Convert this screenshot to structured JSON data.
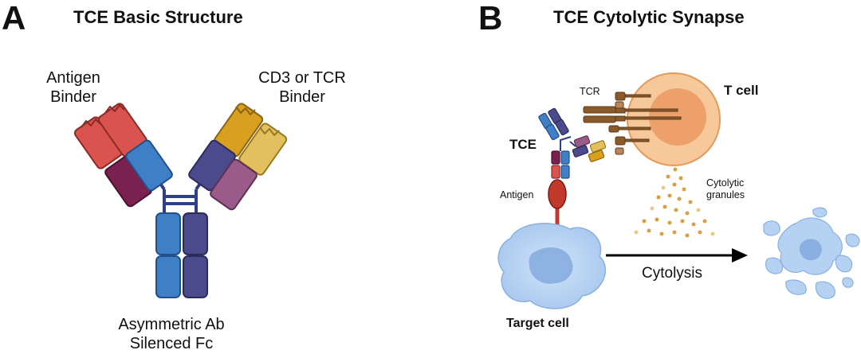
{
  "panel_a": {
    "letter": "A",
    "title": "TCE Basic Structure",
    "label_left_1": "Antigen",
    "label_left_2": "Binder",
    "label_right_1": "CD3 or TCR",
    "label_right_2": "Binder",
    "label_bottom_1": "Asymmetric Ab",
    "label_bottom_2": "Silenced Fc"
  },
  "panel_b": {
    "letter": "B",
    "title": "TCE Cytolytic Synapse",
    "tcr": "TCR",
    "t_cell": "T cell",
    "tce": "TCE",
    "antigen": "Antigen",
    "granules_1": "Cytolytic",
    "granules_2": "granules",
    "cytolysis": "Cytolysis",
    "target_cell": "Target cell"
  },
  "colors": {
    "red": "#d9534f",
    "dark_red": "#7b2150",
    "blue": "#3f7fc6",
    "navy": "#4a4a8c",
    "gold": "#d9a020",
    "pale_gold": "#e2c060",
    "mauve": "#9a5a8a",
    "cell_blue": "#aecdf2",
    "t_cell_orange": "#f6c89a",
    "brown": "#8b5a2b"
  }
}
